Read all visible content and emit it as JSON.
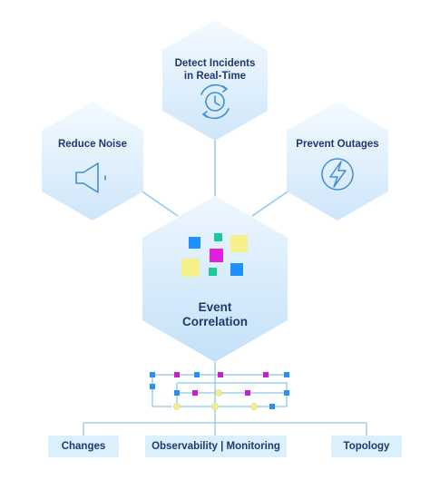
{
  "diagram": {
    "center": {
      "label_line1": "Event",
      "label_line2": "Correlation",
      "icon": "event-squares-icon"
    },
    "outcomes": [
      {
        "id": "detect",
        "label_line1": "Detect Incidents",
        "label_line2": "in Real-Time",
        "icon": "clock-refresh-icon"
      },
      {
        "id": "reduce",
        "label_line1": "Reduce Noise",
        "label_line2": "",
        "icon": "speaker-low-icon"
      },
      {
        "id": "prevent",
        "label_line1": "Prevent Outages",
        "label_line2": "",
        "icon": "lightning-icon"
      }
    ],
    "sources": [
      {
        "id": "changes",
        "label": "Changes"
      },
      {
        "id": "observability",
        "label": "Observability | Monitoring"
      },
      {
        "id": "topology",
        "label": "Topology"
      }
    ]
  },
  "colors": {
    "hex_fill_light": "#f1f8fe",
    "hex_fill_dark": "#cfe7fa",
    "text": "#1e3a6e",
    "line": "#8ec8ee",
    "icon_stroke": "#3f8fd6",
    "square_blue": "#1e90ff",
    "square_teal": "#1fc79b",
    "square_magenta": "#e01fe0",
    "square_yellow": "#f6f08a",
    "node_blue": "#2b8ff0",
    "node_magenta": "#c81fc8",
    "node_yellow": "#f2ef8c"
  }
}
